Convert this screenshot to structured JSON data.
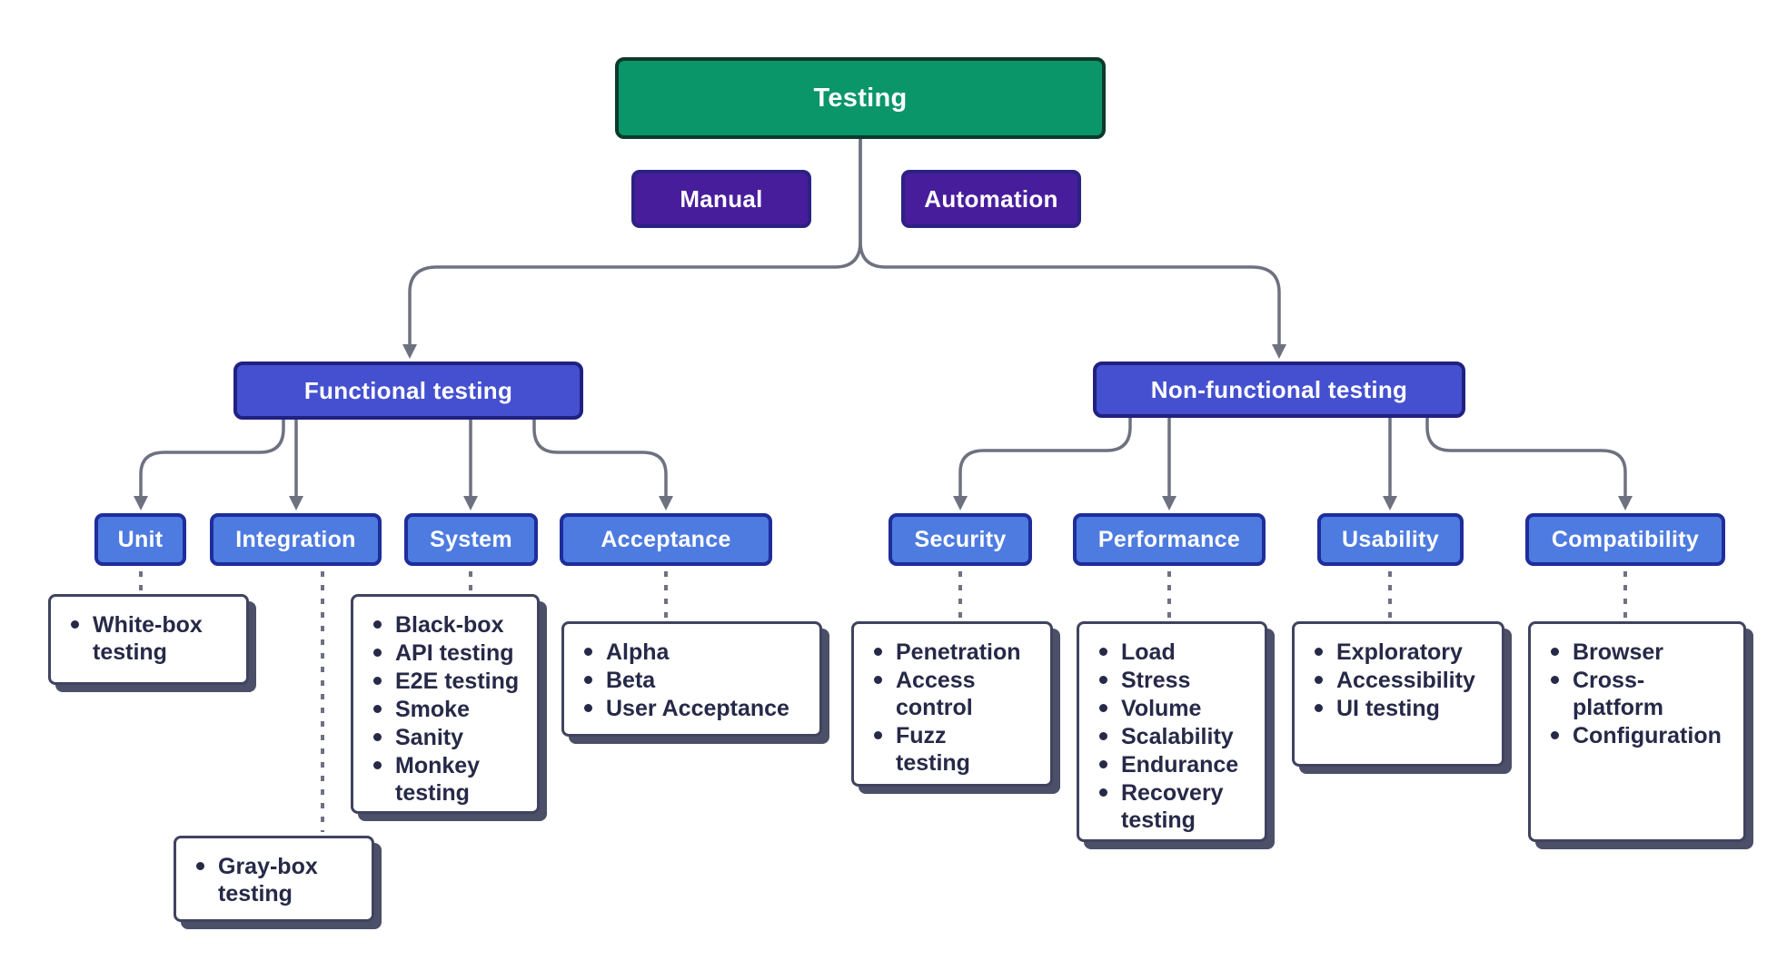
{
  "title": "Testing types diagram",
  "palette": {
    "root_fill": "#0a9669",
    "root_border": "#0c3a2b",
    "mode_fill": "#471d9c",
    "mode_border": "#2b2283",
    "level2_fill": "#4450cf",
    "level2_border": "#20217f",
    "level3_fill": "#4e7be0",
    "level3_border": "#1f2d9b",
    "leaf_bg": "#ffffff",
    "leaf_border": "#40435f",
    "leaf_shadow": "#4c4f68",
    "leaf_text": "#262947",
    "connector": "#6e7180"
  },
  "root": {
    "label": "Testing"
  },
  "modes": [
    {
      "label": "Manual"
    },
    {
      "label": "Automation"
    }
  ],
  "branches": [
    {
      "label": "Functional testing",
      "children": [
        {
          "label": "Unit",
          "items": [
            "White-box\ntesting"
          ]
        },
        {
          "label": "Integration",
          "items": [
            "Gray-box\ntesting"
          ]
        },
        {
          "label": "System",
          "items": [
            "Black-box",
            "API testing",
            "E2E testing",
            "Smoke",
            "Sanity",
            "Monkey\ntesting"
          ]
        },
        {
          "label": "Acceptance",
          "items": [
            "Alpha",
            "Beta",
            "User Acceptance"
          ]
        }
      ]
    },
    {
      "label": "Non-functional testing",
      "children": [
        {
          "label": "Security",
          "items": [
            "Penetration",
            "Access\ncontrol",
            "Fuzz\ntesting"
          ]
        },
        {
          "label": "Performance",
          "items": [
            "Load",
            "Stress",
            "Volume",
            "Scalability",
            "Endurance",
            "Recovery\ntesting"
          ]
        },
        {
          "label": "Usability",
          "items": [
            "Exploratory",
            "Accessibility",
            "UI testing"
          ]
        },
        {
          "label": "Compatibility",
          "items": [
            "Browser",
            "Cross-\nplatform",
            "Configuration"
          ]
        }
      ]
    }
  ]
}
